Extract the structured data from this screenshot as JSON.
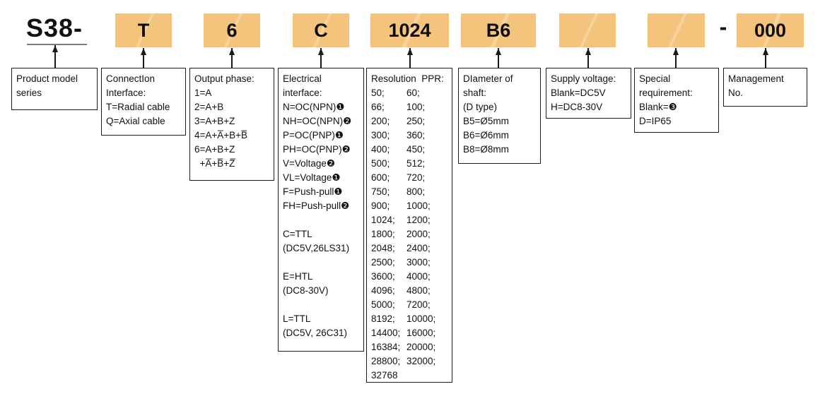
{
  "colors": {
    "accent": "#F5C47C",
    "line": "#1a1a1a",
    "underline": "#7d7d7d"
  },
  "code": {
    "prefix": "S38-",
    "segments": [
      "T",
      "6",
      "C",
      "1024",
      "B6",
      "",
      "",
      "000"
    ],
    "separator": "-"
  },
  "sections": {
    "product": {
      "lines": [
        "Product model",
        "series"
      ]
    },
    "connection": {
      "lines": [
        "ConnectIon",
        "Interface:",
        "T=Radial cable",
        "Q=Axial cable"
      ]
    },
    "output": {
      "lines": [
        "Output phase:",
        "1=A",
        "2=A+B",
        "3=A+B+Z",
        "4=A+A̅+B+B̅",
        "6=A+B+Z",
        "  +A̅+B̅+Z̅"
      ]
    },
    "electrical": {
      "lines": [
        "Electrical",
        "interface:",
        "N=OC(NPN)❶",
        "NH=OC(NPN)❷",
        "P=OC(PNP)❶",
        "PH=OC(PNP)❷",
        "V=Voltage❷",
        "VL=Voltage❶",
        "F=Push-pull❶",
        "FH=Push-pull❷",
        "",
        "C=TTL",
        "(DC5V,26LS31)",
        "",
        "E=HTL",
        "(DC8-30V)",
        "",
        "L=TTL",
        "(DC5V, 26C31)"
      ]
    },
    "resolution": {
      "header": "Resolution  PPR:",
      "rows": [
        [
          "50;",
          "60;"
        ],
        [
          "66;",
          "100;"
        ],
        [
          "200;",
          "250;"
        ],
        [
          "300;",
          "360;"
        ],
        [
          "400;",
          "450;"
        ],
        [
          "500;",
          "512;"
        ],
        [
          "600;",
          "720;"
        ],
        [
          "750;",
          "800;"
        ],
        [
          "900;",
          "1000;"
        ],
        [
          "1024;",
          "1200;"
        ],
        [
          "1800;",
          "2000;"
        ],
        [
          "2048;",
          "2400;"
        ],
        [
          "2500;",
          "3000;"
        ],
        [
          "3600;",
          "4000;"
        ],
        [
          "4096;",
          "4800;"
        ],
        [
          "5000;",
          "7200;"
        ],
        [
          "8192;",
          "10000;"
        ],
        [
          "14400;",
          "16000;"
        ],
        [
          "16384;",
          "20000;"
        ],
        [
          "28800;",
          "32000;"
        ],
        [
          "32768",
          ""
        ]
      ]
    },
    "diameter": {
      "lines": [
        "DIameter of",
        "shaft:",
        "(D type)",
        "B5=Ø5mm",
        "B6=Ø6mm",
        "B8=Ø8mm"
      ]
    },
    "supply": {
      "lines": [
        "Supply voltage:",
        "Blank=DC5V",
        "H=DC8-30V"
      ]
    },
    "special": {
      "lines": [
        "Special",
        "requirement:",
        "Blank=❸",
        "D=IP65"
      ]
    },
    "management": {
      "lines": [
        "Management",
        "No."
      ]
    }
  }
}
